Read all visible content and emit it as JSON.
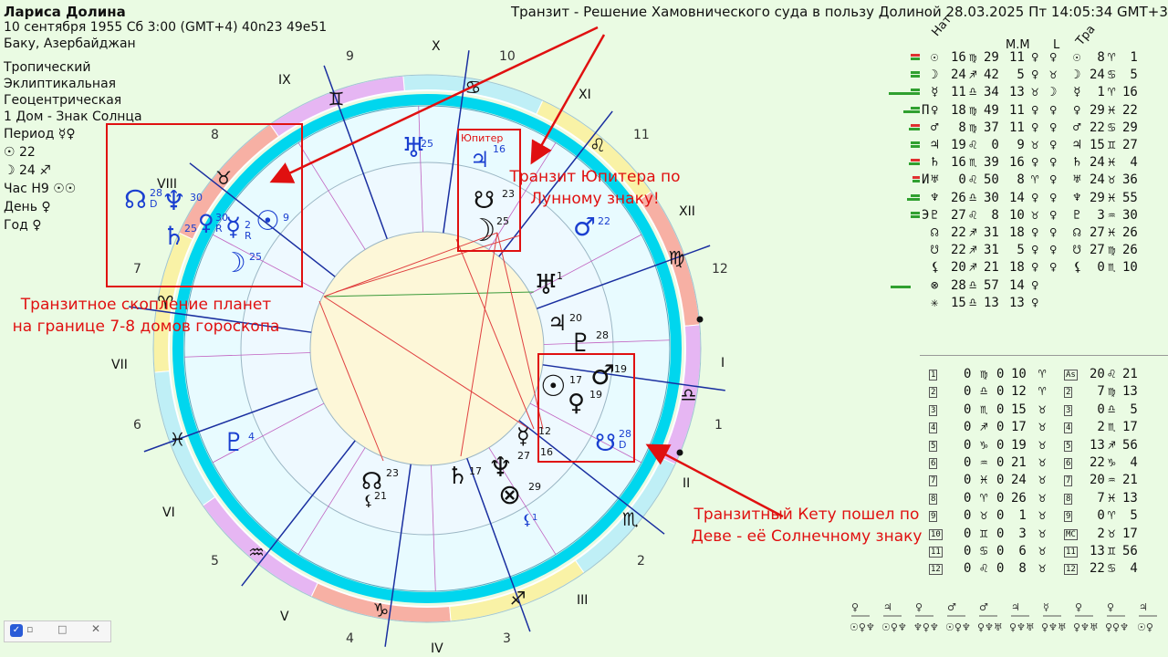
{
  "header": {
    "name": "Лариса Долина",
    "line1": "10 сентября 1955  Сб   3:00 (GMT+4) 40n23  49e51",
    "line2": "Баку, Азербайджан",
    "title": "Транзит - Решение Хамовнического суда в пользу Долиной 28.03.2025  Пт 14:05:34 GMT+3"
  },
  "side_info": [
    "Тропический",
    "Эклиптикальная",
    "Геоцентрическая",
    "1 Дом - Знак Солнца",
    "Период ☿♀",
    "☉ 22",
    "☽ 24 ♐",
    "Час Н9 ☉☉",
    "День ♀",
    "Год ♀"
  ],
  "table_header": {
    "nat": "Нат",
    "mm": "M.M",
    "l": "L",
    "tra": "Тра"
  },
  "planets": [
    {
      "mark": "",
      "g": "☉",
      "deg": "16",
      "sign": "♍",
      "min": "29",
      "h": "11",
      "r1": "♀",
      "r2": "♀",
      "tg": "☉",
      "tdeg": "8",
      "tsign": "♈",
      "tmin": "1"
    },
    {
      "mark": "",
      "g": "☽",
      "deg": "24",
      "sign": "♐",
      "min": "42",
      "h": "5",
      "r1": "♀",
      "r2": "♉",
      "tg": "☽",
      "tdeg": "24",
      "tsign": "♋",
      "tmin": "5"
    },
    {
      "mark": "",
      "g": "☿",
      "deg": "11",
      "sign": "♎",
      "min": "34",
      "h": "13",
      "r1": "♉",
      "r2": "☽",
      "tg": "☿",
      "tdeg": "1",
      "tsign": "♈",
      "tmin": "16"
    },
    {
      "mark": "П",
      "g": "♀",
      "deg": "18",
      "sign": "♍",
      "min": "49",
      "h": "11",
      "r1": "♀",
      "r2": "♀",
      "tg": "♀",
      "tdeg": "29",
      "tsign": "♓",
      "tmin": "22"
    },
    {
      "mark": "",
      "g": "♂",
      "deg": "8",
      "sign": "♍",
      "min": "37",
      "h": "11",
      "r1": "♀",
      "r2": "♀",
      "tg": "♂",
      "tdeg": "22",
      "tsign": "♋",
      "tmin": "29"
    },
    {
      "mark": "",
      "g": "♃",
      "deg": "19",
      "sign": "♌",
      "min": "0",
      "h": "9",
      "r1": "♉",
      "r2": "♀",
      "tg": "♃",
      "tdeg": "15",
      "tsign": "♊",
      "tmin": "27"
    },
    {
      "mark": "",
      "g": "♄",
      "deg": "16",
      "sign": "♏",
      "min": "39",
      "h": "16",
      "r1": "♀",
      "r2": "♀",
      "tg": "♄",
      "tdeg": "24",
      "tsign": "♓",
      "tmin": "4"
    },
    {
      "mark": "И",
      "g": "♅",
      "deg": "0",
      "sign": "♌",
      "min": "50",
      "h": "8",
      "r1": "♈",
      "r2": "♀",
      "tg": "♅",
      "tdeg": "24",
      "tsign": "♉",
      "tmin": "36"
    },
    {
      "mark": "",
      "g": "♆",
      "deg": "26",
      "sign": "♎",
      "min": "30",
      "h": "14",
      "r1": "♀",
      "r2": "♀",
      "tg": "♆",
      "tdeg": "29",
      "tsign": "♓",
      "tmin": "55"
    },
    {
      "mark": "Э",
      "g": "♇",
      "deg": "27",
      "sign": "♌",
      "min": "8",
      "h": "10",
      "r1": "♉",
      "r2": "♀",
      "tg": "♇",
      "tdeg": "3",
      "tsign": "♒",
      "tmin": "30"
    },
    {
      "mark": "",
      "g": "☊",
      "deg": "22",
      "sign": "♐",
      "min": "31",
      "h": "18",
      "r1": "♀",
      "r2": "♀",
      "tg": "☊",
      "tdeg": "27",
      "tsign": "♓",
      "tmin": "26"
    },
    {
      "mark": "",
      "g": "☋",
      "deg": "22",
      "sign": "♐",
      "min": "31",
      "h": "5",
      "r1": "♀",
      "r2": "♀",
      "tg": "☋",
      "tdeg": "27",
      "tsign": "♍",
      "tmin": "26"
    },
    {
      "mark": "",
      "g": "⚸",
      "deg": "20",
      "sign": "♐",
      "min": "21",
      "h": "18",
      "r1": "♀",
      "r2": "♀",
      "tg": "⚸",
      "tdeg": "0",
      "tsign": "♏",
      "tmin": "10"
    },
    {
      "mark": "",
      "g": "⊗",
      "deg": "28",
      "sign": "♎",
      "min": "57",
      "h": "14",
      "r1": "♀",
      "r2": "",
      "tg": "",
      "tdeg": "",
      "tsign": "",
      "tmin": ""
    },
    {
      "mark": "",
      "g": "✳",
      "deg": "15",
      "sign": "♎",
      "min": "13",
      "h": "13",
      "r1": "♀",
      "r2": "",
      "tg": "",
      "tdeg": "",
      "tsign": "",
      "tmin": ""
    }
  ],
  "cusps": [
    {
      "n": "1",
      "deg": "0",
      "sign": "♍",
      "a": "0",
      "b": "10",
      "r": "♈",
      "tn": "As",
      "tdeg": "20",
      "tsign": "♌",
      "tmin": "21"
    },
    {
      "n": "2",
      "deg": "0",
      "sign": "♎",
      "a": "0",
      "b": "12",
      "r": "♈",
      "tn": "2",
      "tdeg": "7",
      "tsign": "♍",
      "tmin": "13"
    },
    {
      "n": "3",
      "deg": "0",
      "sign": "♏",
      "a": "0",
      "b": "15",
      "r": "♉",
      "tn": "3",
      "tdeg": "0",
      "tsign": "♎",
      "tmin": "5"
    },
    {
      "n": "4",
      "deg": "0",
      "sign": "♐",
      "a": "0",
      "b": "17",
      "r": "♉",
      "tn": "4",
      "tdeg": "2",
      "tsign": "♏",
      "tmin": "17"
    },
    {
      "n": "5",
      "deg": "0",
      "sign": "♑",
      "a": "0",
      "b": "19",
      "r": "♉",
      "tn": "5",
      "tdeg": "13",
      "tsign": "♐",
      "tmin": "56"
    },
    {
      "n": "6",
      "deg": "0",
      "sign": "♒",
      "a": "0",
      "b": "21",
      "r": "♉",
      "tn": "6",
      "tdeg": "22",
      "tsign": "♑",
      "tmin": "4"
    },
    {
      "n": "7",
      "deg": "0",
      "sign": "♓",
      "a": "0",
      "b": "24",
      "r": "♉",
      "tn": "7",
      "tdeg": "20",
      "tsign": "♒",
      "tmin": "21"
    },
    {
      "n": "8",
      "deg": "0",
      "sign": "♈",
      "a": "0",
      "b": "26",
      "r": "♉",
      "tn": "8",
      "tdeg": "7",
      "tsign": "♓",
      "tmin": "13"
    },
    {
      "n": "9",
      "deg": "0",
      "sign": "♉",
      "a": "0",
      "b": "1",
      "r": "♉",
      "tn": "9",
      "tdeg": "0",
      "tsign": "♈",
      "tmin": "5"
    },
    {
      "n": "10",
      "deg": "0",
      "sign": "♊",
      "a": "0",
      "b": "3",
      "r": "♉",
      "tn": "MC",
      "tdeg": "2",
      "tsign": "♉",
      "tmin": "17"
    },
    {
      "n": "11",
      "deg": "0",
      "sign": "♋",
      "a": "0",
      "b": "6",
      "r": "♉",
      "tn": "11",
      "tdeg": "13",
      "tsign": "♊",
      "tmin": "56"
    },
    {
      "n": "12",
      "deg": "0",
      "sign": "♌",
      "a": "0",
      "b": "8",
      "r": "♉",
      "tn": "12",
      "tdeg": "22",
      "tsign": "♋",
      "tmin": "4"
    }
  ],
  "annotations": {
    "cluster": "Транзитное скопление планет\nна границе 7-8 домов гороскопа",
    "jupiter_small": "Юпитер",
    "jupiter": "Транзит Юпитера по\nЛунному знаку!",
    "ketu": "Транзитный Кету пошел по\nДеве - её Солнечному знаку"
  },
  "house_numbers": [
    "1",
    "2",
    "3",
    "4",
    "5",
    "6",
    "7",
    "8",
    "9",
    "10",
    "11",
    "12"
  ],
  "cusp_labels": [
    "I",
    "II",
    "III",
    "IV",
    "V",
    "VI",
    "VII",
    "VIII",
    "IX",
    "X",
    "XI",
    "XII"
  ],
  "colors": {
    "annotation": "#e01010",
    "outer_ring": "#8be8f3",
    "inner_fill": "#fdf7d8"
  }
}
